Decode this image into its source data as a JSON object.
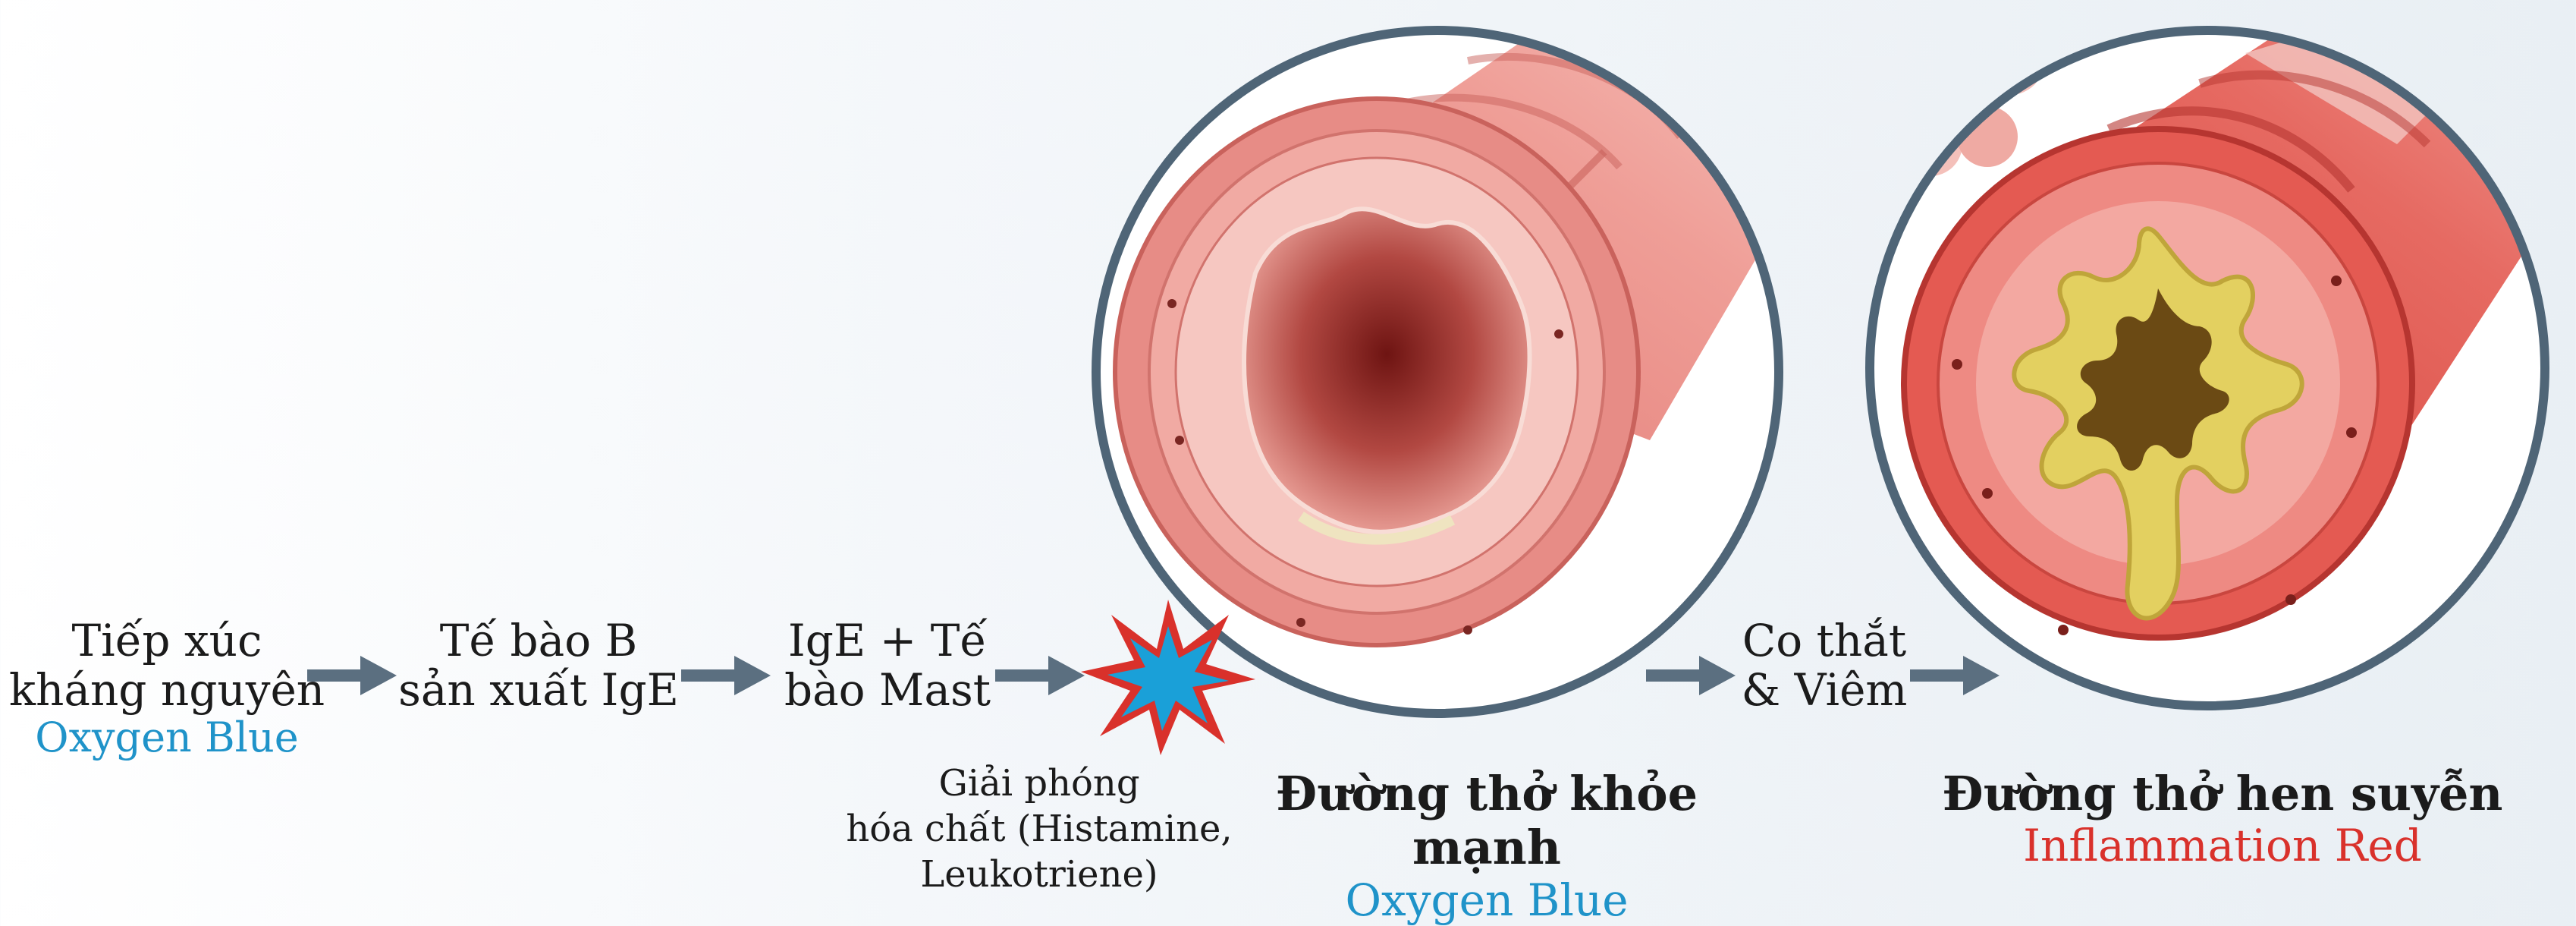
{
  "flow": {
    "step1": {
      "line1": "Tiếp xúc",
      "line2": "kháng nguyên",
      "tag": "Oxygen Blue"
    },
    "step2": {
      "line1": "Tế bào B",
      "line2": "sản xuất IgE"
    },
    "step3": {
      "line1": "IgE + Tế",
      "line2": "bào Mast"
    },
    "release": {
      "line1": "Giải phóng",
      "line2": "hóa chất (Histamine,",
      "line3": "Leukotriene)"
    },
    "step4": {
      "line1": "Co thắt",
      "line2": "& Viêm"
    }
  },
  "healthy": {
    "title": "Đường thở khỏe mạnh",
    "subtitle": "Oxygen Blue"
  },
  "asthma": {
    "title": "Đường thở hen suyễn",
    "subtitle": "Inflammation Red"
  },
  "colors": {
    "oxygen_blue": "#1f93c9",
    "inflammation_red": "#d9312b",
    "arrow": "#5b6f80",
    "circle_border": "#4f6577",
    "burst_outer": "#d9312b",
    "burst_inner": "#1aa0d8",
    "airway_wall": "#e58a85",
    "mucus": "#d9c54a"
  },
  "icons": [
    "arrow-right-icon",
    "burst-icon",
    "airway-healthy-illustration",
    "airway-asthma-illustration"
  ]
}
